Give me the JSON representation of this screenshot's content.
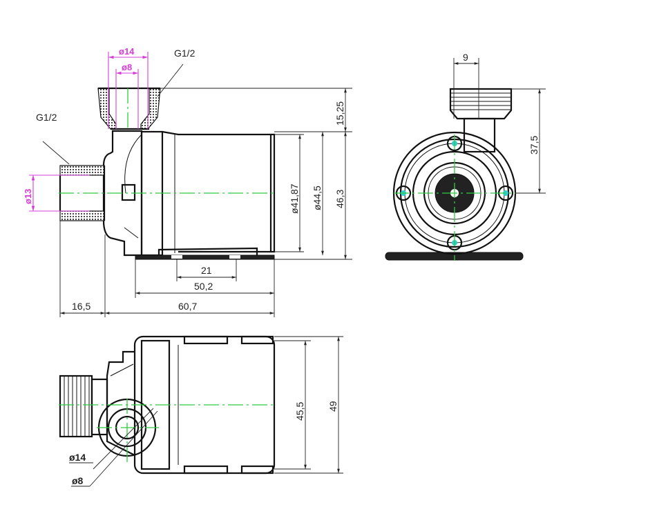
{
  "side_view": {
    "thread_label_top": "G1/2",
    "thread_label_left": "G1/2",
    "outlet_outer_dia": "ø14",
    "outlet_inner_dia": "ø8",
    "inlet_dia": "ø13",
    "outlet_height": "15,25",
    "can_dia": "ø41,87",
    "body_dia": "ø44,5",
    "total_height": "46,3",
    "mount_hole_spacing": "21",
    "base_length": "50,2",
    "inlet_length": "16,5",
    "body_length": "60,7"
  },
  "front_view": {
    "outlet_offset": "9",
    "outlet_height_from_center": "37,5"
  },
  "top_view": {
    "outlet_outer_dia": "ø14",
    "outlet_inner_dia": "ø8",
    "can_width": "45,5",
    "total_width": "49"
  },
  "colors": {
    "centerline": "#2ecc40",
    "highlight_dim": "#d63fd6",
    "line": "#111111"
  }
}
